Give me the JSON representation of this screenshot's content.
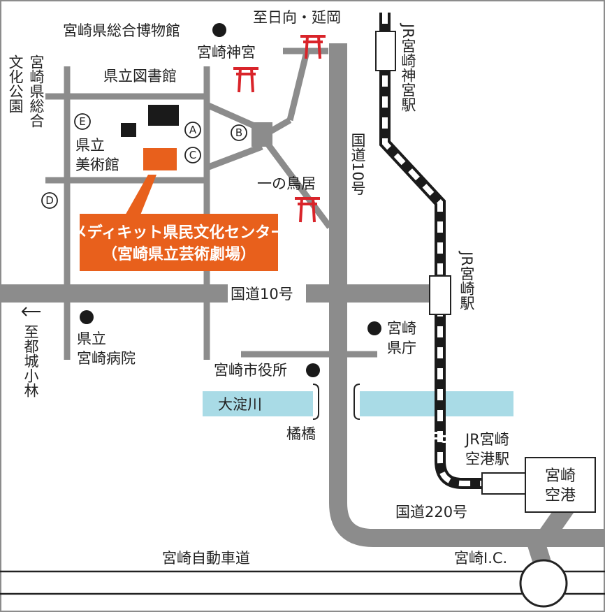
{
  "colors": {
    "road": "#8c8c8c",
    "river": "#a9dbe6",
    "highlight": "#e8601c",
    "torii": "#d9242a",
    "rail": "#1a1a1a",
    "text": "#222222"
  },
  "labels": {
    "museum_prefectural": "宮崎県総合博物館",
    "to_hyuga": "至日向・延岡",
    "miyazaki_jingu": "宮崎神宮",
    "library": "県立図書館",
    "park_vertical_1": "宮崎県総合",
    "park_vertical_2": "文化公園",
    "jr_jingu_station": "JR宮崎神宮駅",
    "art_museum_1": "県立",
    "art_museum_2": "美術館",
    "route10_vertical": "国道10号",
    "ichinotorii": "一の鳥居",
    "callout_line1": "メディキット県民文化センター",
    "callout_line2": "（宮崎県立芸術劇場）",
    "route10_horizontal": "国道10号",
    "jr_miyazaki_station": "JR宮崎駅",
    "to_miyakonojo": "至都城小林",
    "hospital_1": "県立",
    "hospital_2": "宮崎病院",
    "pref_office_1": "宮崎",
    "pref_office_2": "県庁",
    "city_hall": "宮崎市役所",
    "river": "大淀川",
    "tachibana_bridge": "橘橋",
    "jr_airport_station_1": "JR宮崎",
    "jr_airport_station_2": "空港駅",
    "airport_1": "宮崎",
    "airport_2": "空港",
    "route220": "国道220号",
    "expressway": "宮崎自動車道",
    "miyazaki_ic": "宮崎I.C."
  },
  "markers": [
    "A",
    "B",
    "C",
    "D",
    "E"
  ]
}
